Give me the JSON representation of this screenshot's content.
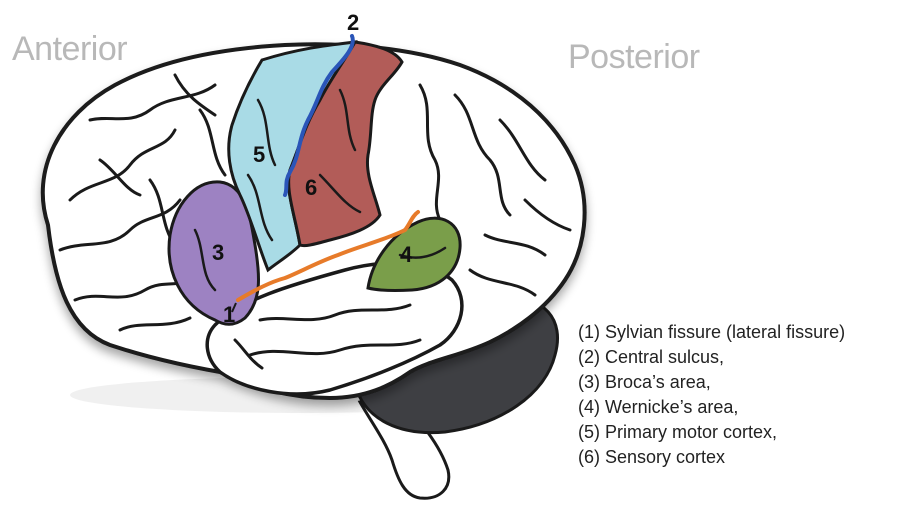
{
  "labels": {
    "anterior": "Anterior",
    "posterior": "Posterior"
  },
  "numbers": {
    "n1": "1",
    "n2": "2",
    "n3": "3",
    "n4": "4",
    "n5": "5",
    "n6": "6"
  },
  "legend": [
    "(1) Sylvian fissure (lateral fissure)",
    "(2) Central sulcus,",
    "(3) Broca’s area,",
    "(4) Wernicke’s area,",
    "(5) Primary motor cortex,",
    "(6) Sensory cortex"
  ],
  "colors": {
    "outline": "#1a1a1a",
    "brain_fill": "#ffffff",
    "motor_cortex": "#a9dbe6",
    "sensory_cortex": "#b25c58",
    "broca_area": "#9d82c2",
    "wernicke_area": "#7a9e4a",
    "cerebellum": "#3e3f43",
    "central_sulcus_line": "#2a55b8",
    "sylvian_fissure_line": "#e77b2a",
    "direction_text": "#b8b8b8"
  }
}
